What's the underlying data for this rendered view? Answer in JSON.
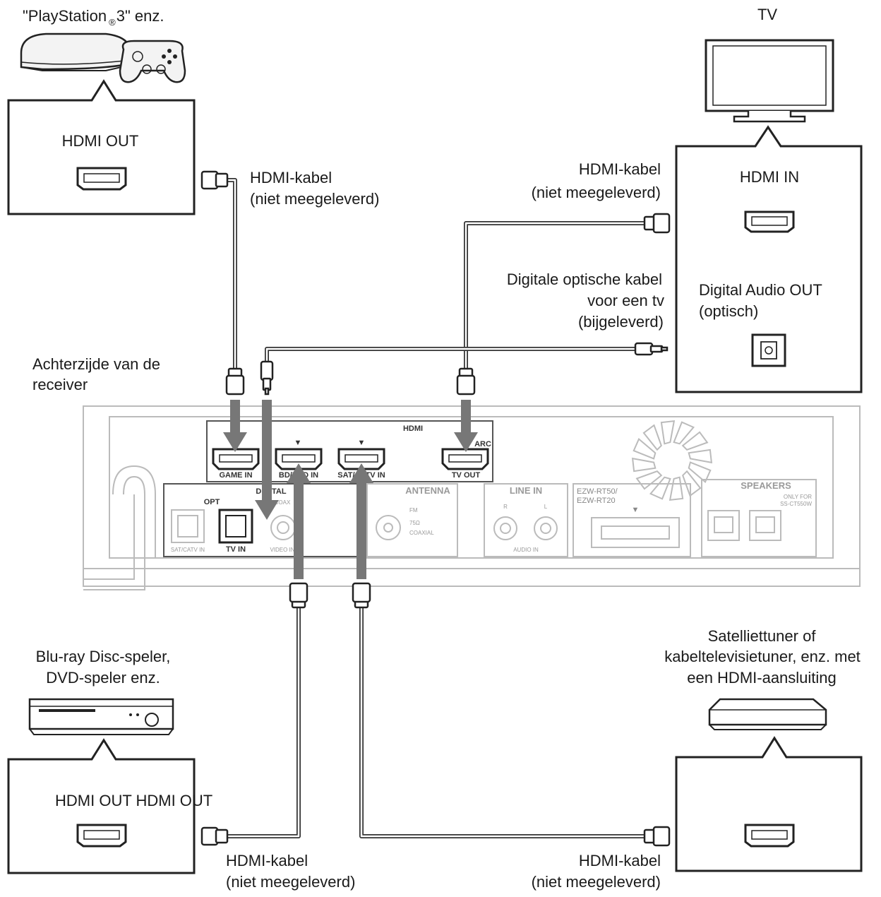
{
  "devices": {
    "ps3_title": "\"PlayStation",
    "ps3_reg": "®",
    "ps3_suffix": "3\" enz.",
    "tv_title": "TV",
    "bluray_line1": "Blu-ray Disc-speler,",
    "bluray_line2": "DVD-speler enz.",
    "sat_line1": "Satelliettuner of",
    "sat_line2": "kabeltelevisietuner, enz. met",
    "sat_line3": "een HDMI-aansluiting",
    "receiver_line1": "Achterzijde van de",
    "receiver_line2": "receiver"
  },
  "boxes": {
    "ps3_port": "HDMI OUT",
    "tv_port_hdmi": "HDMI IN",
    "tv_port_audio_line1": "Digital Audio OUT",
    "tv_port_audio_line2": "(optisch)",
    "bluray_port": "HDMI OUT HDMI OUT"
  },
  "cables": {
    "hdmi_label": "HDMI-kabel",
    "not_supplied": "(niet meegeleverd)",
    "optical_line1": "Digitale optische kabel",
    "optical_line2": "voor een tv",
    "optical_line3": "(bijgeleverd)"
  },
  "receiver_panel": {
    "hdmi": "HDMI",
    "arc": "ARC",
    "game_in": "GAME IN",
    "bd_in": "BD/DVD IN",
    "sat_in": "SAT/CATV IN",
    "tv_out": "TV OUT",
    "digital": "DIGITAL",
    "opt": "OPT",
    "coax": "COAX",
    "sat_catv_in": "SAT/CATV IN",
    "tv_in": "TV IN",
    "video_in": "VIDEO IN",
    "antenna": "ANTENNA",
    "fm": "FM",
    "ohm": "75Ω",
    "coaxial": "COAXIAL",
    "line_in": "LINE IN",
    "r": "R",
    "l": "L",
    "audio_in": "AUDIO IN",
    "ezw1": "EZW-RT50/",
    "ezw2": "EZW-RT20",
    "speakers": "SPEAKERS",
    "only_for1": "ONLY FOR",
    "only_for2": "SS-CT550W"
  }
}
